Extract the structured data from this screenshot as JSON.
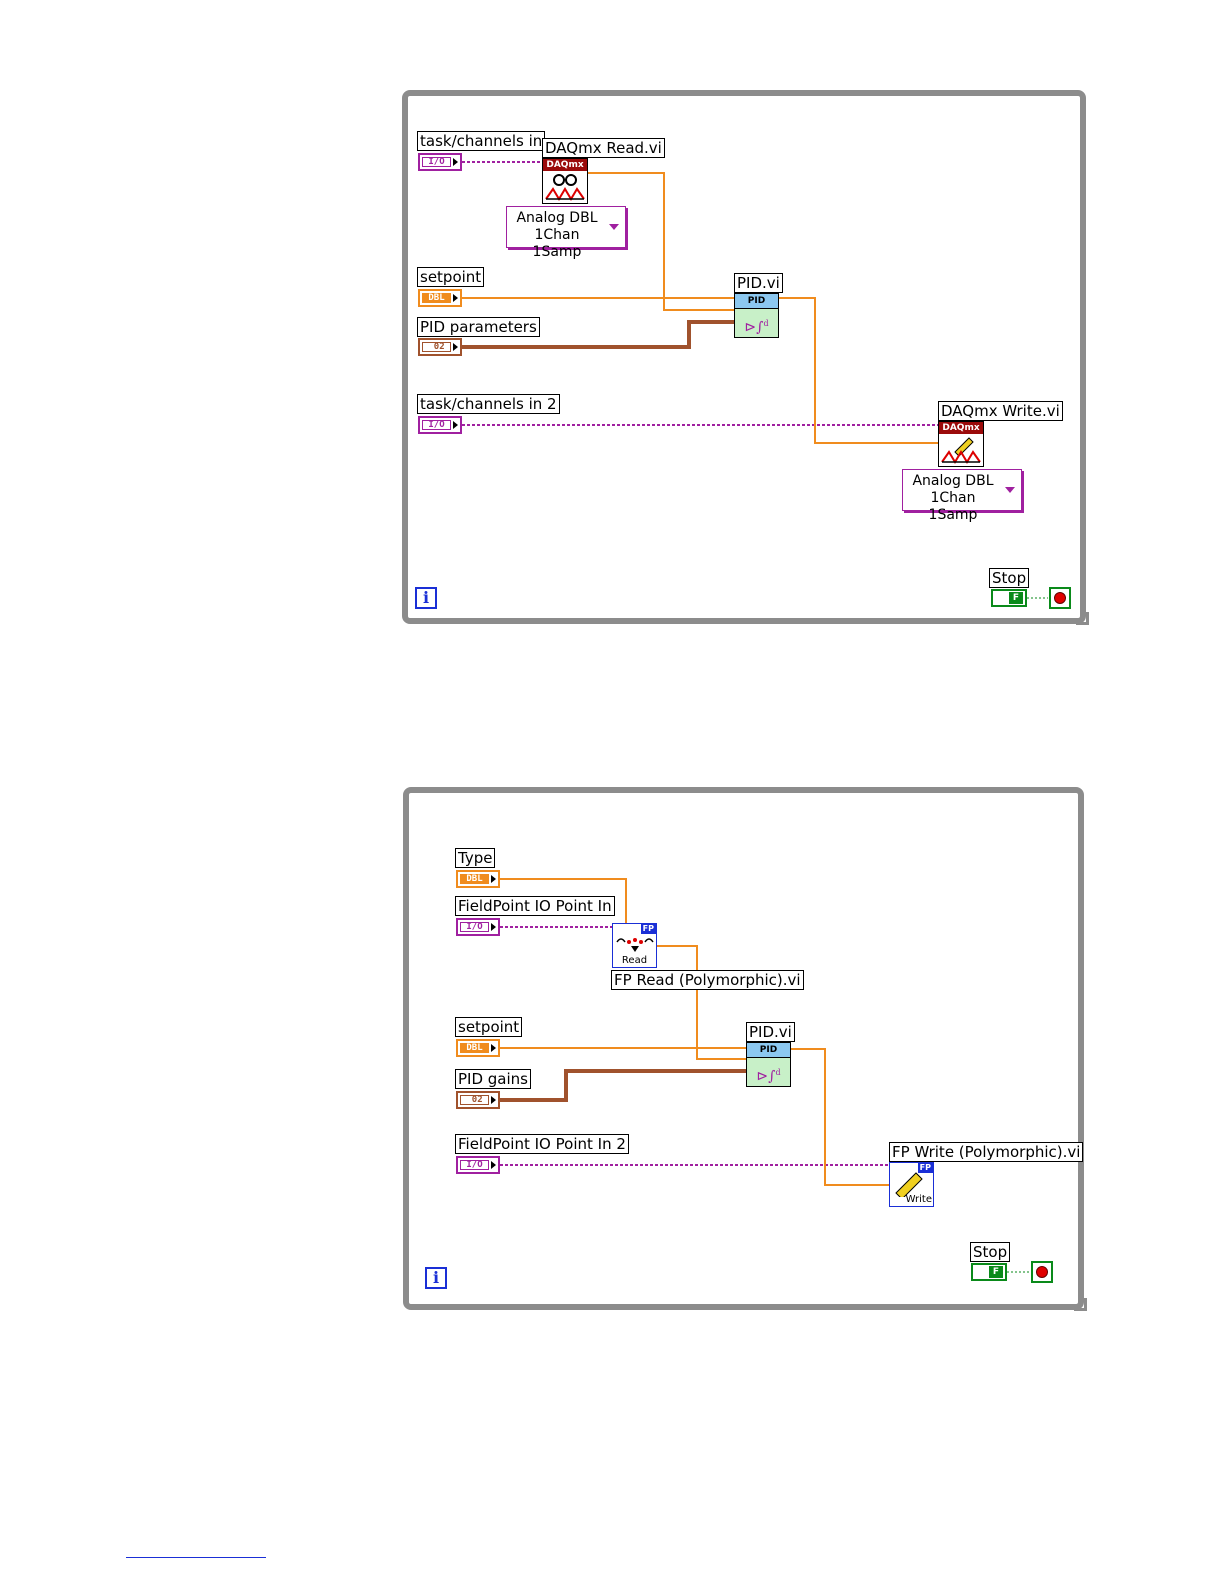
{
  "diagram1": {
    "task_in_label": "task/channels in",
    "task_in2_label": "task/channels in 2",
    "setpoint_label": "setpoint",
    "pid_params_label": "PID parameters",
    "daq_read_label": "DAQmx Read.vi",
    "daq_write_label": "DAQmx Write.vi",
    "pid_label": "PID.vi",
    "read_ring": [
      "Analog DBL",
      "1Chan 1Samp"
    ],
    "write_ring": [
      "Analog DBL",
      "1Chan 1Samp"
    ],
    "stop_label": "Stop",
    "iteration": "i"
  },
  "diagram2": {
    "type_label": "Type",
    "fp_in_label": "FieldPoint IO Point In",
    "fp_in2_label": "FieldPoint IO Point In 2",
    "setpoint_label": "setpoint",
    "pid_gains_label": "PID gains",
    "fp_read_label": "FP Read (Polymorphic).vi",
    "fp_write_label": "FP Write (Polymorphic).vi",
    "pid_label": "PID.vi",
    "read_text": "Read",
    "write_text": "Write",
    "stop_label": "Stop",
    "iteration": "i"
  },
  "terminals": {
    "io": "I/O",
    "dbl": "DBL",
    "cluster": "‾02",
    "pid_band": "PID",
    "daqmx_band": "DAQmx",
    "fp_badge": "FP",
    "bool_false": "F"
  },
  "colors": {
    "io_wire": "#a020a0",
    "dbl_wire": "#f08c1e",
    "cluster_wire": "#a0522d",
    "bool_wire": "#0a8a1a",
    "loop_border": "#8c8c8c"
  }
}
